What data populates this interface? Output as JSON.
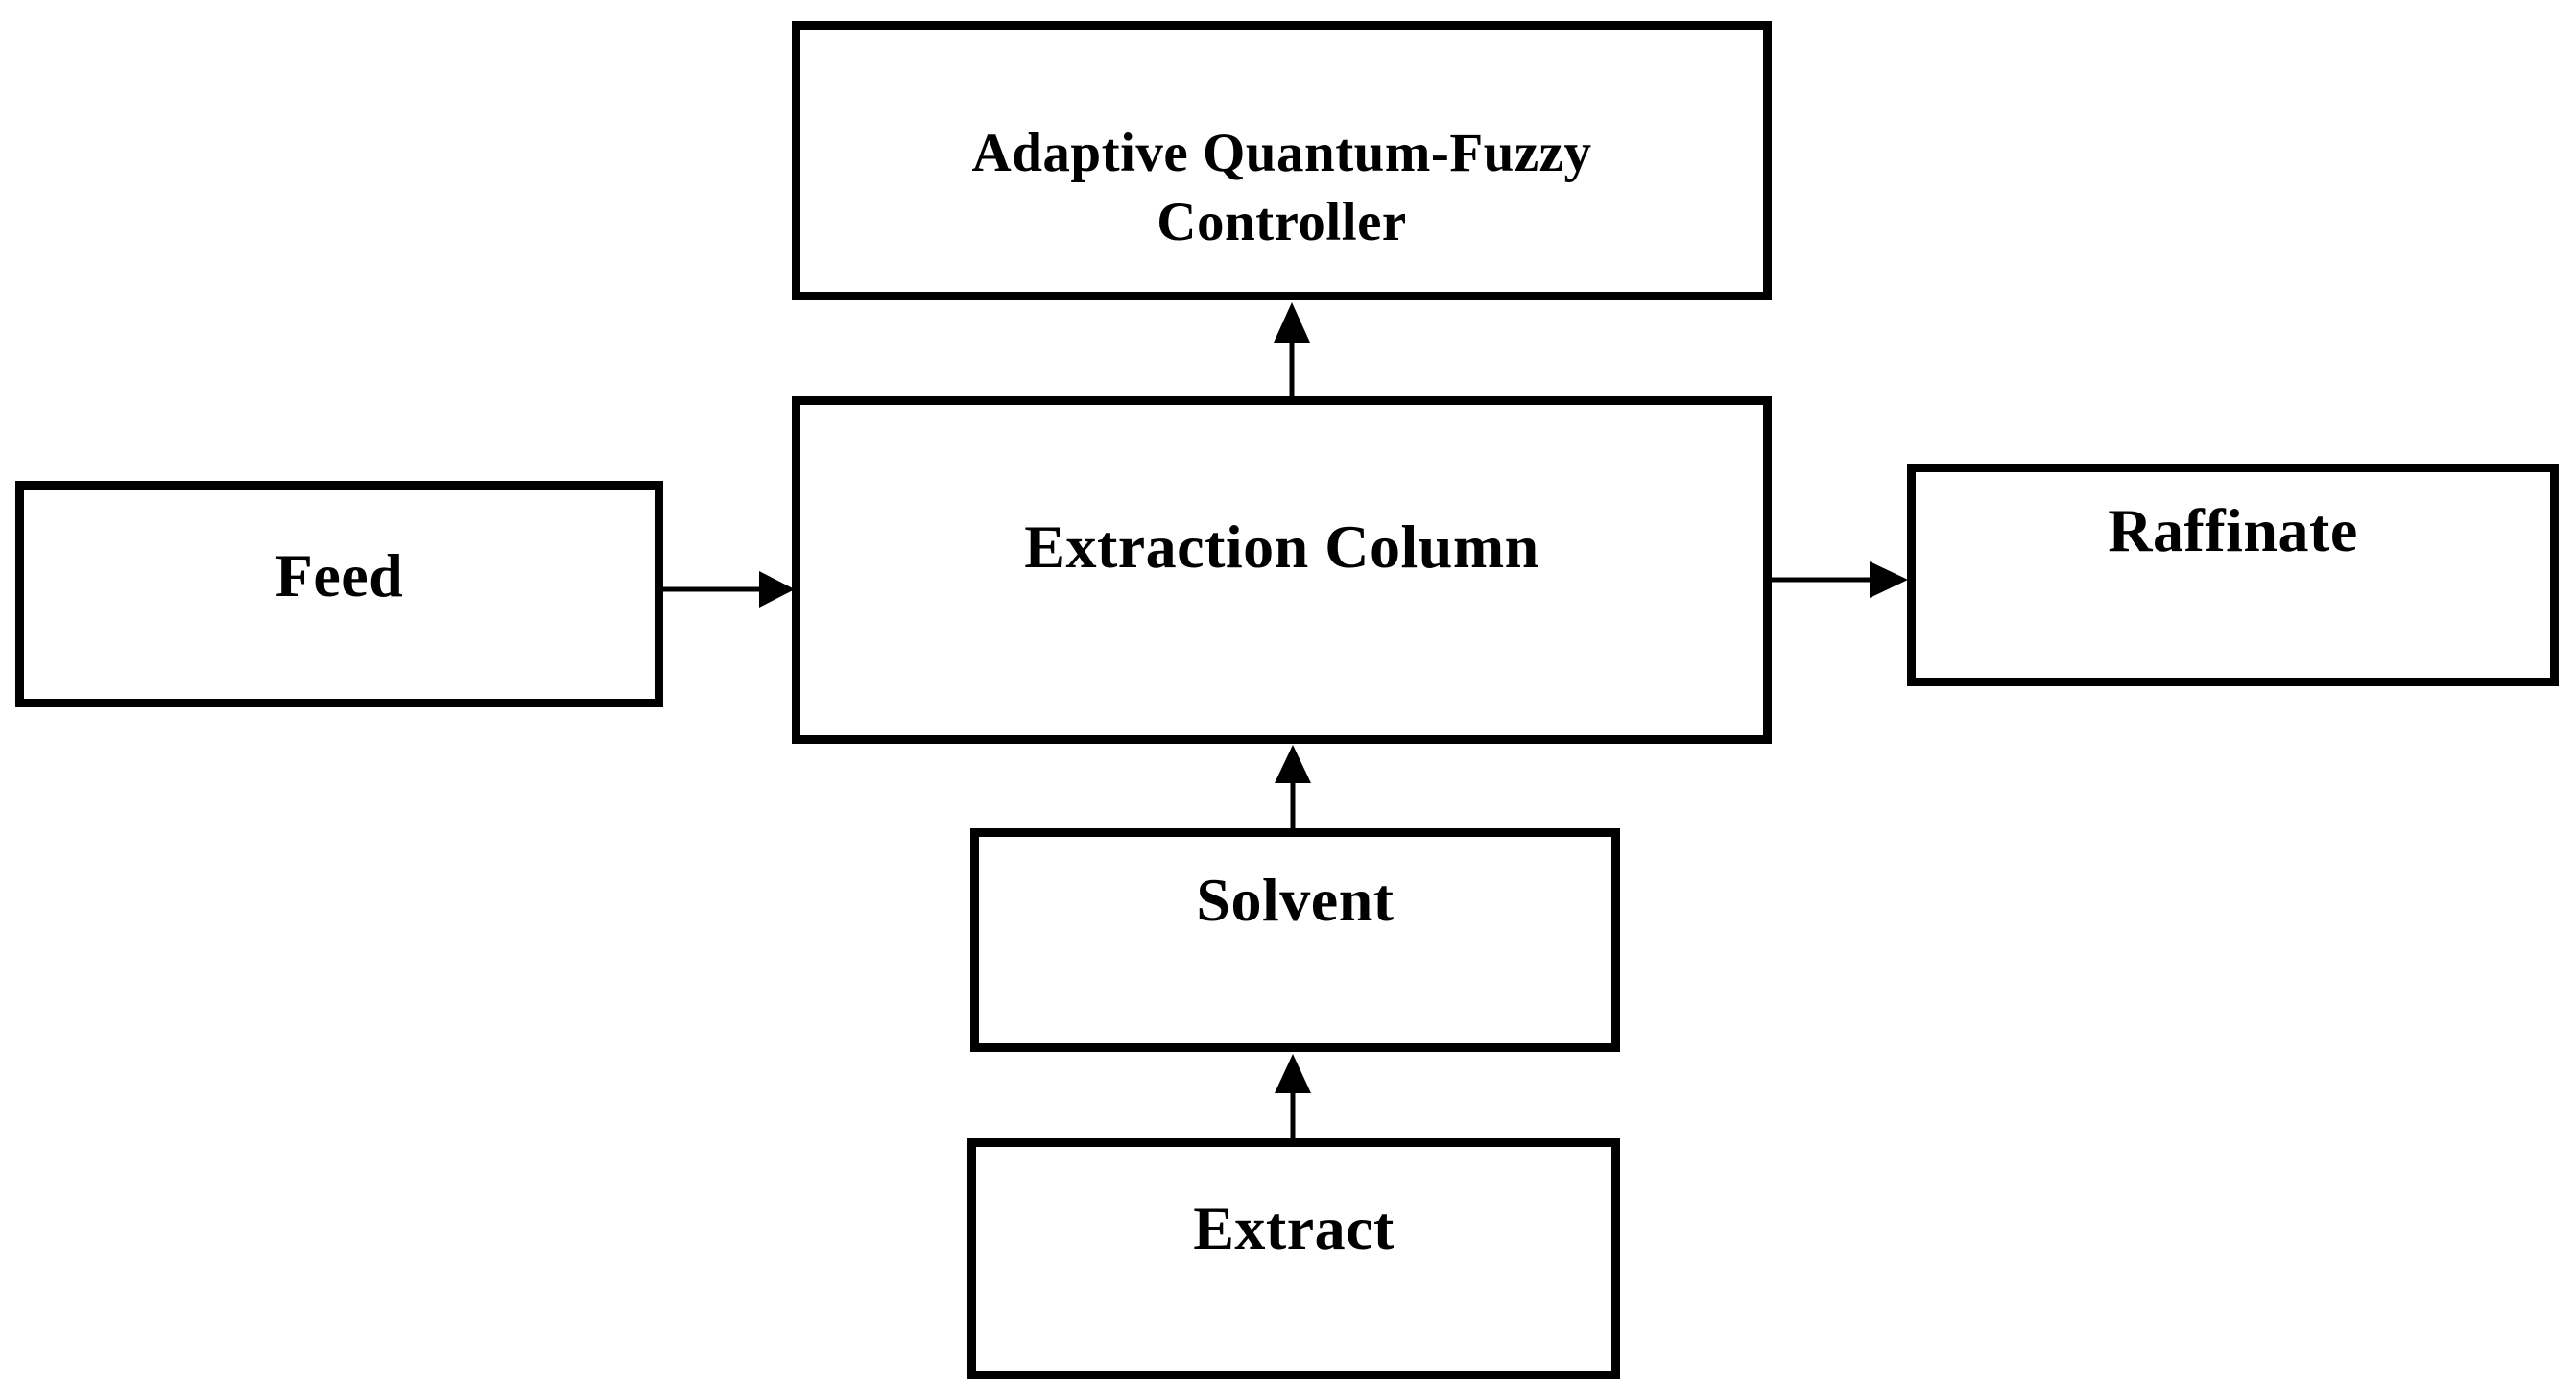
{
  "figure": {
    "type": "block-flow-diagram",
    "background_color": "#ffffff",
    "line_color": "#000000",
    "text_color": "#000000"
  },
  "nodes": {
    "controller": {
      "label": "Adaptive Quantum-Fuzzy Controller"
    },
    "extraction_column": {
      "label": "Extraction Column"
    },
    "feed": {
      "label": "Feed"
    },
    "raffinate": {
      "label": "Raffinate"
    },
    "solvent": {
      "label": "Solvent"
    },
    "extract": {
      "label": "Extract"
    }
  },
  "edges": [
    {
      "from": "Feed",
      "to": "Extraction Column",
      "direction": "right"
    },
    {
      "from": "Extraction Column",
      "to": "Raffinate",
      "direction": "right"
    },
    {
      "from": "Extraction Column",
      "to": "Adaptive Quantum-Fuzzy Controller",
      "direction": "up"
    },
    {
      "from": "Solvent",
      "to": "Extraction Column",
      "direction": "up"
    },
    {
      "from": "Extract",
      "to": "Solvent",
      "direction": "up"
    }
  ]
}
